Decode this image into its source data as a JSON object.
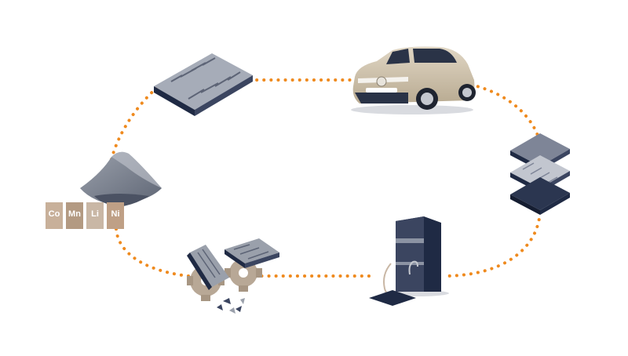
{
  "diagram": {
    "colors": {
      "cycle_path": "#ef8a1e",
      "dark_navy": "#1f2a44",
      "slate": "#8c93a3",
      "slate_light": "#b9bec9",
      "car_body": "#cbbfa8",
      "tile_1": "#c8b09a",
      "tile_2": "#b39a82",
      "tile_3": "#c9b7a5",
      "tile_4": "#bfa086",
      "gear": "#b8a896"
    },
    "stations": [
      {
        "name": "battery-cell-plate",
        "icon": "battery-plate-icon"
      },
      {
        "name": "electric-car",
        "icon": "electric-car-icon"
      },
      {
        "name": "battery-module-stack",
        "icon": "battery-module-stack-icon"
      },
      {
        "name": "charging-station",
        "icon": "charging-station-icon"
      },
      {
        "name": "shredded-battery",
        "icon": "shredder-gears-icon"
      },
      {
        "name": "raw-material-pile",
        "icon": "raw-material-pile-icon"
      }
    ],
    "materials": [
      {
        "symbol": "Co"
      },
      {
        "symbol": "Mn"
      },
      {
        "symbol": "Li"
      },
      {
        "symbol": "Ni"
      }
    ]
  }
}
